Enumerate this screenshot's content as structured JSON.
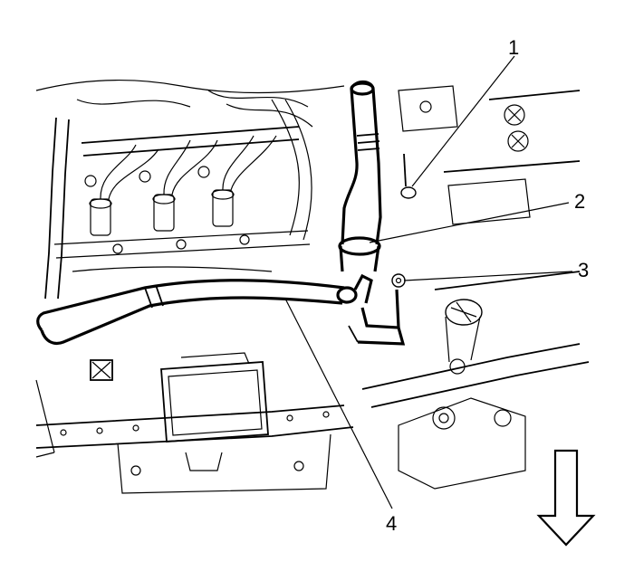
{
  "callouts": [
    {
      "id": "1",
      "label": "1"
    },
    {
      "id": "2",
      "label": "2"
    },
    {
      "id": "3",
      "label": "3"
    },
    {
      "id": "4",
      "label": "4"
    }
  ],
  "direction_arrow": {
    "icon": "down-arrow-icon"
  },
  "colors": {
    "line": "#000000",
    "background": "#ffffff"
  }
}
